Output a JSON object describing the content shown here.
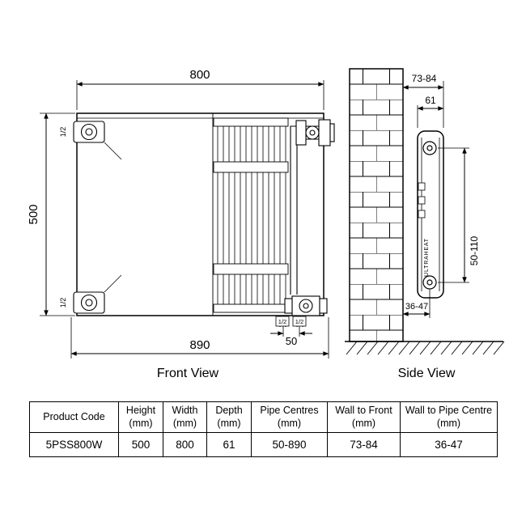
{
  "front_view": {
    "label": "Front View",
    "dims": {
      "width": "800",
      "height": "500",
      "overall_width": "890",
      "pipe_centres": "50"
    },
    "connections": {
      "top_left": "1/2",
      "bottom_left": "1/2",
      "bottom_right_1": "1/2",
      "bottom_right_2": "1/2"
    }
  },
  "side_view": {
    "label": "Side View",
    "dims": {
      "wall_to_front": "73-84",
      "depth": "61",
      "pipe_height": "50-110",
      "wall_to_pipe_centre": "36-47"
    },
    "brand": "ULTRAHEAT"
  },
  "table": {
    "headers": [
      {
        "title": "Product Code",
        "unit": ""
      },
      {
        "title": "Height",
        "unit": "(mm)"
      },
      {
        "title": "Width",
        "unit": "(mm)"
      },
      {
        "title": "Depth",
        "unit": "(mm)"
      },
      {
        "title": "Pipe Centres",
        "unit": "(mm)"
      },
      {
        "title": "Wall to Front",
        "unit": "(mm)"
      },
      {
        "title": "Wall to Pipe Centre",
        "unit": "(mm)"
      }
    ],
    "row": [
      "5PSS800W",
      "500",
      "800",
      "61",
      "50-890",
      "73-84",
      "36-47"
    ]
  },
  "colors": {
    "line": "#000000",
    "background": "#ffffff"
  }
}
